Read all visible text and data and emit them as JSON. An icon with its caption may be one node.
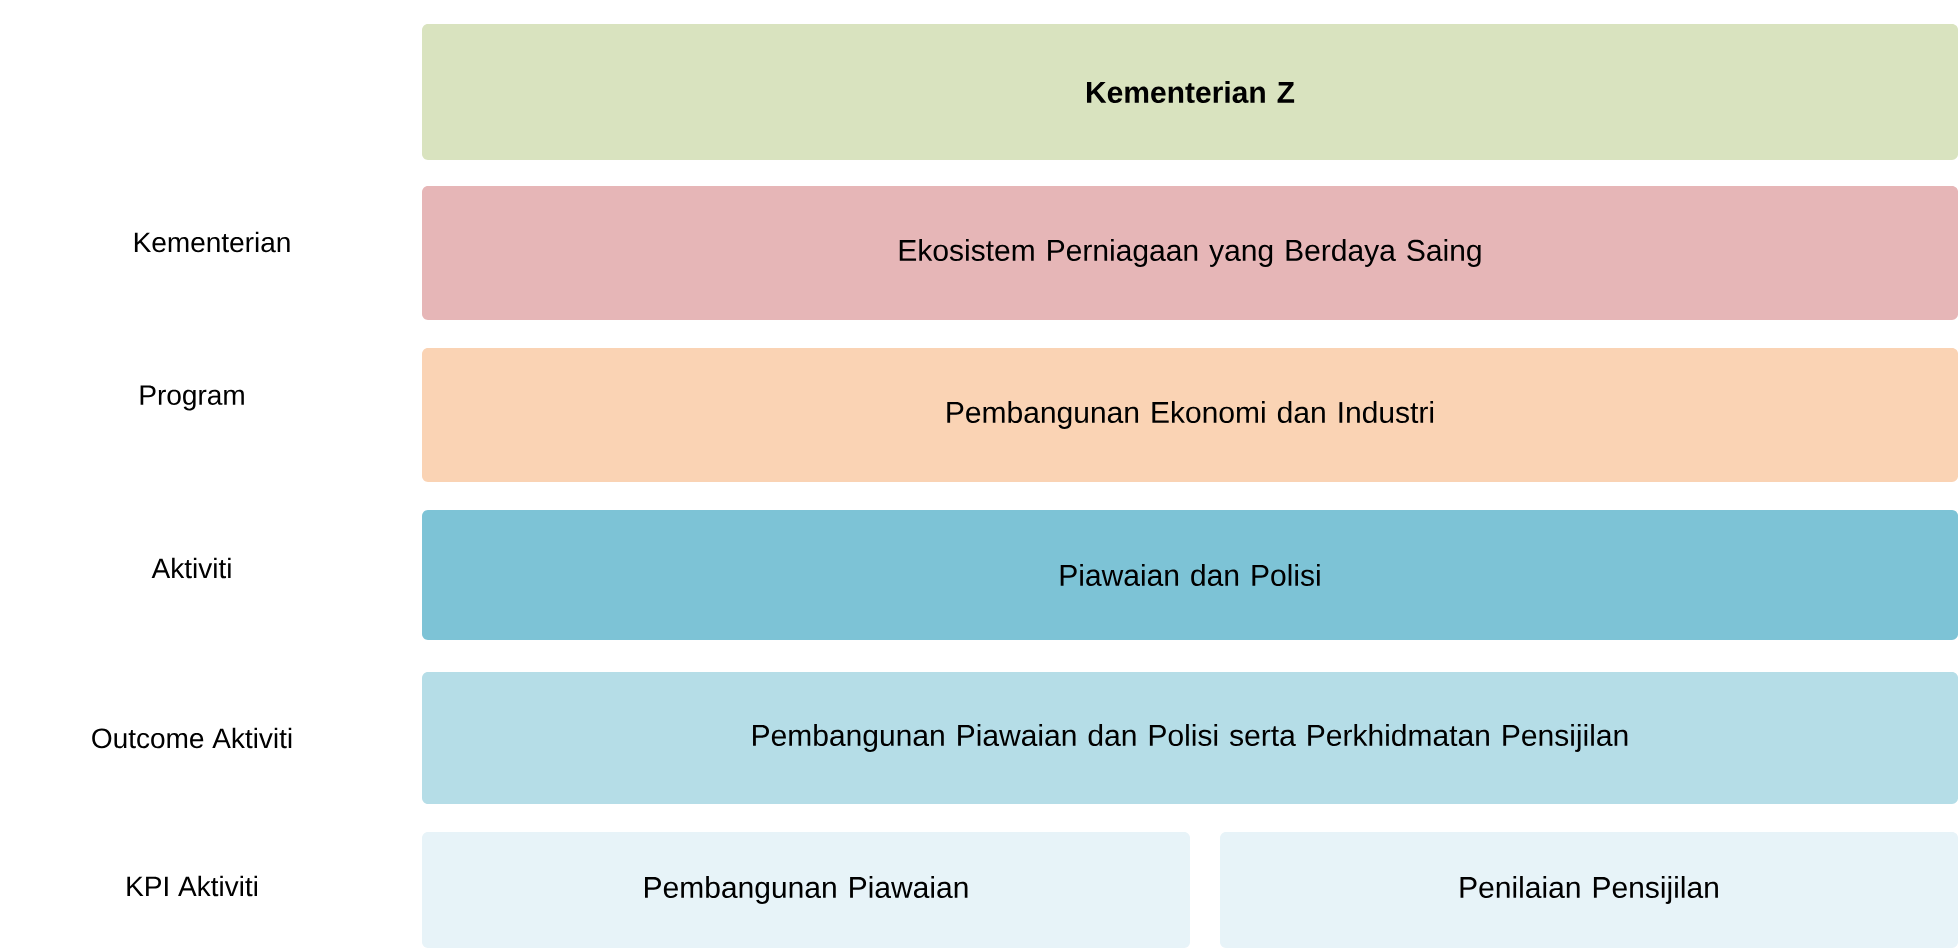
{
  "diagram": {
    "nodes": [
      {
        "text": [
          "Kementerian Z"
        ]
      },
      {
        "text": [
          "Ekosistem Perniagaan yang Berdaya Saing"
        ]
      },
      {
        "text": [
          "Pembangunan Ekonomi dan Industri"
        ]
      },
      {
        "text": [
          "Piawaian dan Polisi"
        ]
      },
      {
        "text": [
          "Pembangunan Piawaian dan Polisi serta Perkhidmatan Pensijilan"
        ]
      },
      {
        "text": [
          "Pembangunan Piawaian"
        ]
      },
      {
        "text": [
          "Penilaian Pensijilan"
        ]
      }
    ],
    "edges": [],
    "labels": [
      "Kementerian",
      "Program",
      "Aktiviti",
      "Outcome Aktiviti",
      "KPI Aktiviti"
    ]
  }
}
